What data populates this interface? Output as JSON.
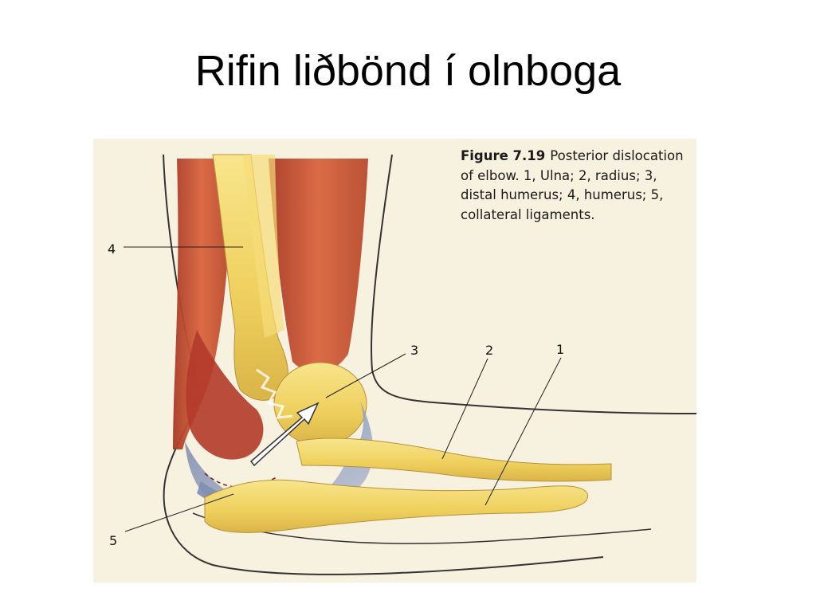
{
  "slide": {
    "title": "Rifin liðbönd í olnboga"
  },
  "figure": {
    "caption_label": "Figure 7.19",
    "caption_text": "Posterior dislocation of elbow. 1, Ulna; 2, radius; 3, distal humerus; 4, humerus; 5, collateral ligaments."
  },
  "callouts": {
    "c1": "1",
    "c2": "2",
    "c3": "3",
    "c4": "4",
    "c5": "5"
  },
  "colors": {
    "background": "#f7f1df",
    "bone": "#f2d56a",
    "muscle": "#c8482f",
    "ligament": "#8a9ab8",
    "outline": "#333333"
  }
}
